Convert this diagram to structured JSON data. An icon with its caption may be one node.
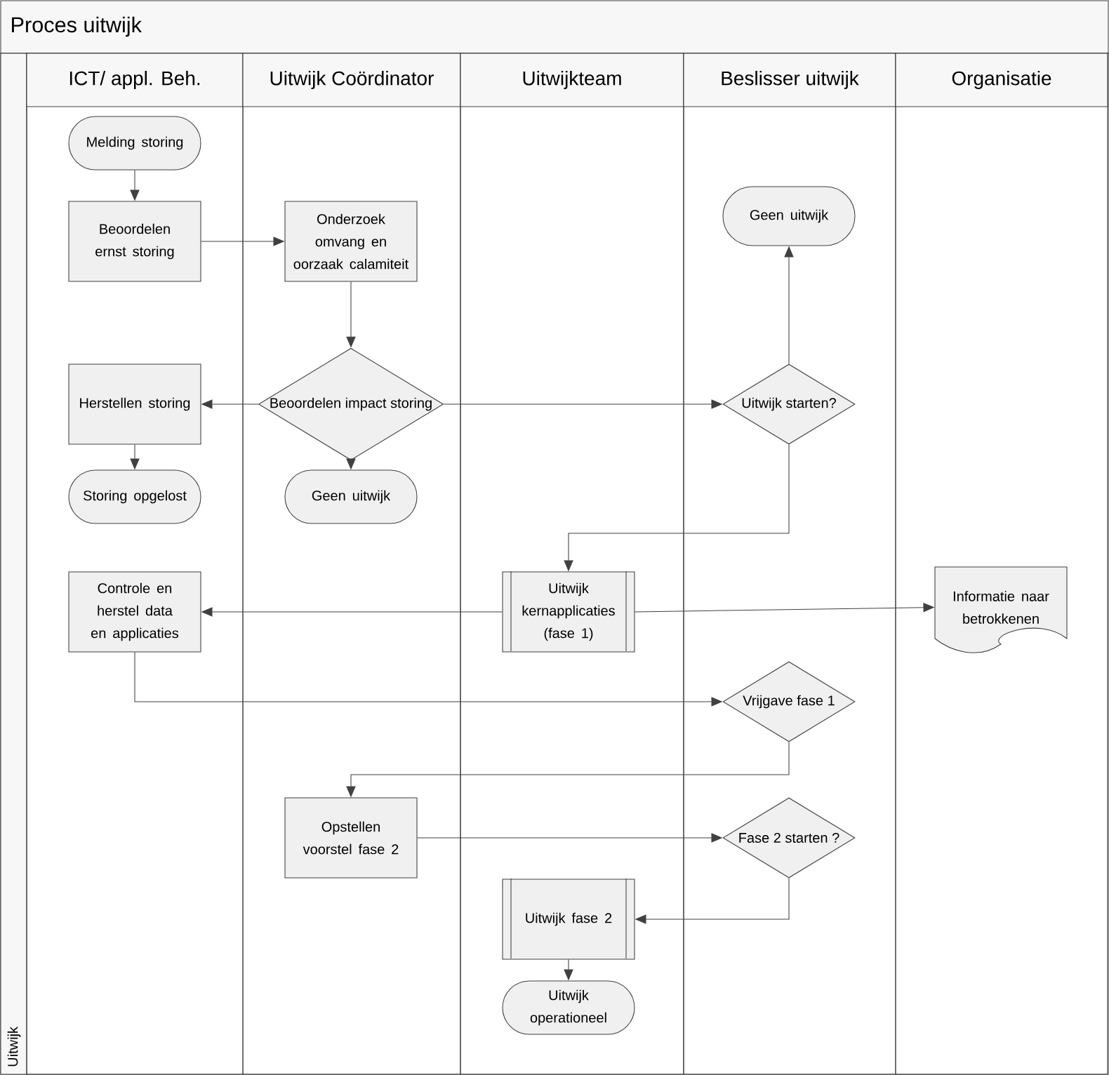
{
  "diagram": {
    "title": "Proces uitwijk",
    "nodes": [
      {
        "text": [
          "Uitwijk"
        ]
      },
      {
        "text": [
          "ICT/ appl. Beh."
        ],
        "in": 0
      },
      {
        "text": [
          "Uitwijk Coördinator"
        ],
        "in": 0
      },
      {
        "text": [
          "Uitwijkteam"
        ],
        "in": 0
      },
      {
        "text": [
          "Beslisser uitwijk"
        ],
        "in": 0
      },
      {
        "text": [
          "Organisatie"
        ],
        "in": 0
      },
      {
        "text": [
          "Melding storing"
        ],
        "in": 1
      },
      {
        "text": [
          "Beoordelen ernst storing"
        ],
        "in": 1
      },
      {
        "text": [
          "Onderzoek omvang en oorzaak calamiteit"
        ],
        "in": 2
      },
      {
        "text": [
          "Geen uitwijk"
        ],
        "in": 4
      },
      {
        "text": [
          "Herstellen storing"
        ],
        "in": 1
      },
      {
        "text": [
          "Beoordelen impact storing"
        ],
        "in": 2
      },
      {
        "text": [
          "Uitwijk starten?"
        ],
        "in": 4
      },
      {
        "text": [
          "Storing opgelost"
        ],
        "in": 1
      },
      {
        "text": [
          "Geen uitwijk"
        ],
        "in": 2
      },
      {
        "text": [
          "Controle en herstel data en applicaties"
        ],
        "in": 1
      },
      {
        "text": [
          "Uitwijk kernapplicaties (fase 1)"
        ],
        "in": 3
      },
      {
        "text": [
          "Informatie naar betrokkenen"
        ],
        "in": 5
      },
      {
        "text": [
          "Vrijgave fase 1"
        ],
        "in": 4
      },
      {
        "text": [
          "Opstellen voorstel fase 2"
        ],
        "in": 2
      },
      {
        "text": [
          "Fase 2 starten ?"
        ],
        "in": 4
      },
      {
        "text": [
          "Uitwijk fase 2"
        ],
        "in": 3
      },
      {
        "text": [
          "Uitwijk operationeel"
        ],
        "in": 3
      }
    ],
    "edges": [
      {
        "from": 6,
        "to": 7,
        "arrow": "to"
      },
      {
        "from": 7,
        "to": 8,
        "arrow": "to"
      },
      {
        "from": 8,
        "to": 11,
        "arrow": "to"
      },
      {
        "from": 11,
        "to": 10,
        "arrow": "to"
      },
      {
        "from": 11,
        "to": 14,
        "arrow": "to"
      },
      {
        "from": 11,
        "to": 12,
        "arrow": "to"
      },
      {
        "from": 12,
        "to": 9,
        "arrow": "to"
      },
      {
        "from": 10,
        "to": 13,
        "arrow": "to"
      },
      {
        "from": 12,
        "to": 16,
        "arrow": "to"
      },
      {
        "from": 16,
        "to": 15,
        "arrow": "to"
      },
      {
        "from": 16,
        "to": 17,
        "arrow": "to"
      },
      {
        "from": 15,
        "to": 18,
        "arrow": "to"
      },
      {
        "from": 18,
        "to": 19,
        "arrow": "to"
      },
      {
        "from": 19,
        "to": 20,
        "arrow": "to"
      },
      {
        "from": 20,
        "to": 21,
        "arrow": "to"
      },
      {
        "from": 21,
        "to": 22,
        "arrow": "to"
      }
    ]
  }
}
